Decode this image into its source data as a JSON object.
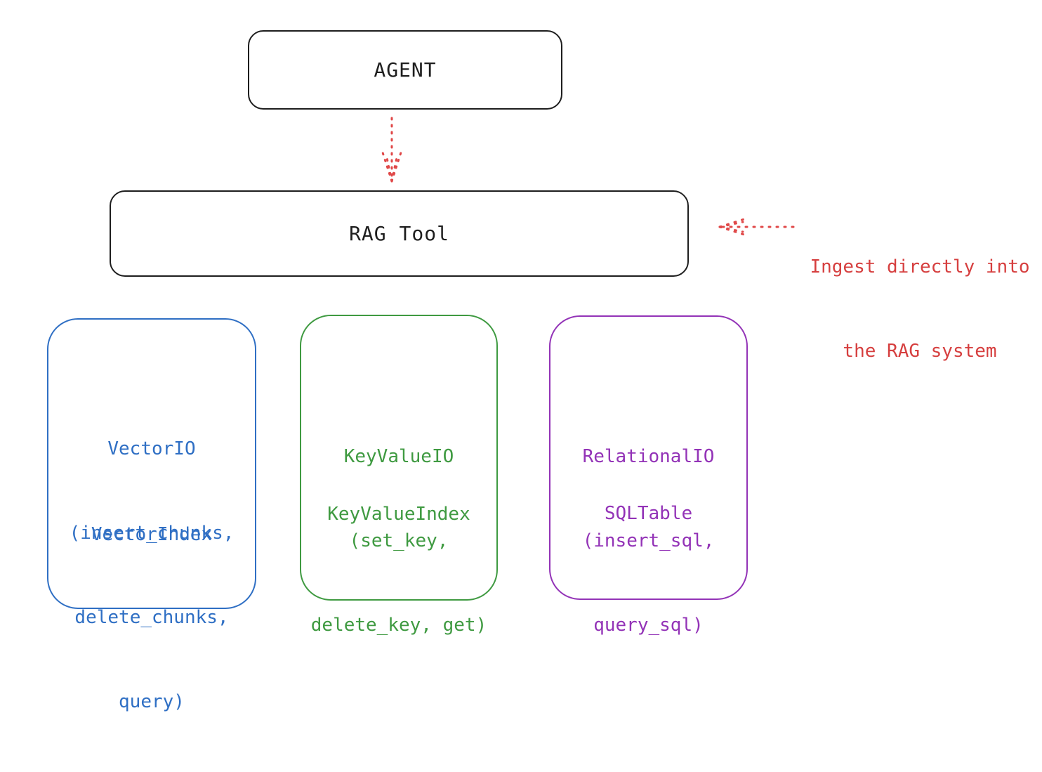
{
  "agent": {
    "label": "AGENT"
  },
  "rag_tool": {
    "label": "RAG Tool"
  },
  "ingest_note": {
    "lines": [
      "Ingest directly into",
      "the RAG system"
    ]
  },
  "stores": {
    "vector": {
      "lines": [
        "VectorIO",
        "(insert_chunks,",
        "delete_chunks,",
        "query)"
      ],
      "index": "VectorIndex"
    },
    "key_value": {
      "lines": [
        "KeyValueIO",
        "(set_key,",
        "delete_key, get)"
      ],
      "index": "KeyValueIndex"
    },
    "relational": {
      "lines": [
        "RelationalIO",
        "(insert_sql,",
        "query_sql)"
      ],
      "index": "SQLTable"
    }
  },
  "colors": {
    "ink": "#1e1e1e",
    "vector": "#2f6fc4",
    "key_value": "#3f9a41",
    "relational": "#9333b7",
    "accent_red": "#d63f3f"
  }
}
